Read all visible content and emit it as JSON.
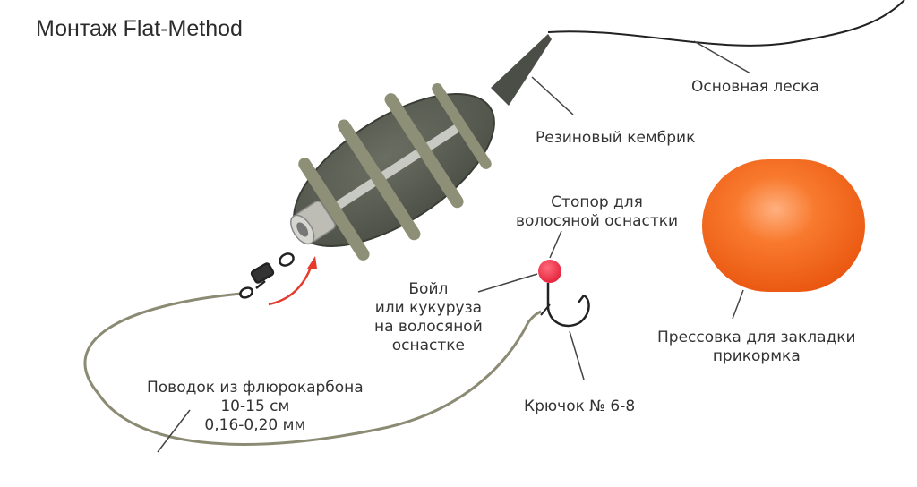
{
  "title": "Монтаж Flat-Method",
  "labels": {
    "main_line": "Основная леска",
    "rubber_tube": "Резиновый кембрик",
    "stopper": [
      "Стопор для",
      "волосяной оснастки"
    ],
    "bait": [
      "Бойл",
      "или кукуруза",
      "на волосяной",
      "оснастке"
    ],
    "feed_press": [
      "Прессовка для закладки",
      "прикормка"
    ],
    "hook": "Крючок № 6-8",
    "leader": [
      "Поводок из флюрокарбона",
      "10-15 см",
      "0,16-0,20 мм"
    ]
  },
  "colors": {
    "feeder_body": "#55594f",
    "feeder_ribs": "#8d8f76",
    "tube": "#c9c9c4",
    "bead": "#ef2f43",
    "feed_ball": "#f3641c",
    "arrow": "#e53b2c",
    "line": "#222222",
    "leader_line": "#8b8a73"
  }
}
